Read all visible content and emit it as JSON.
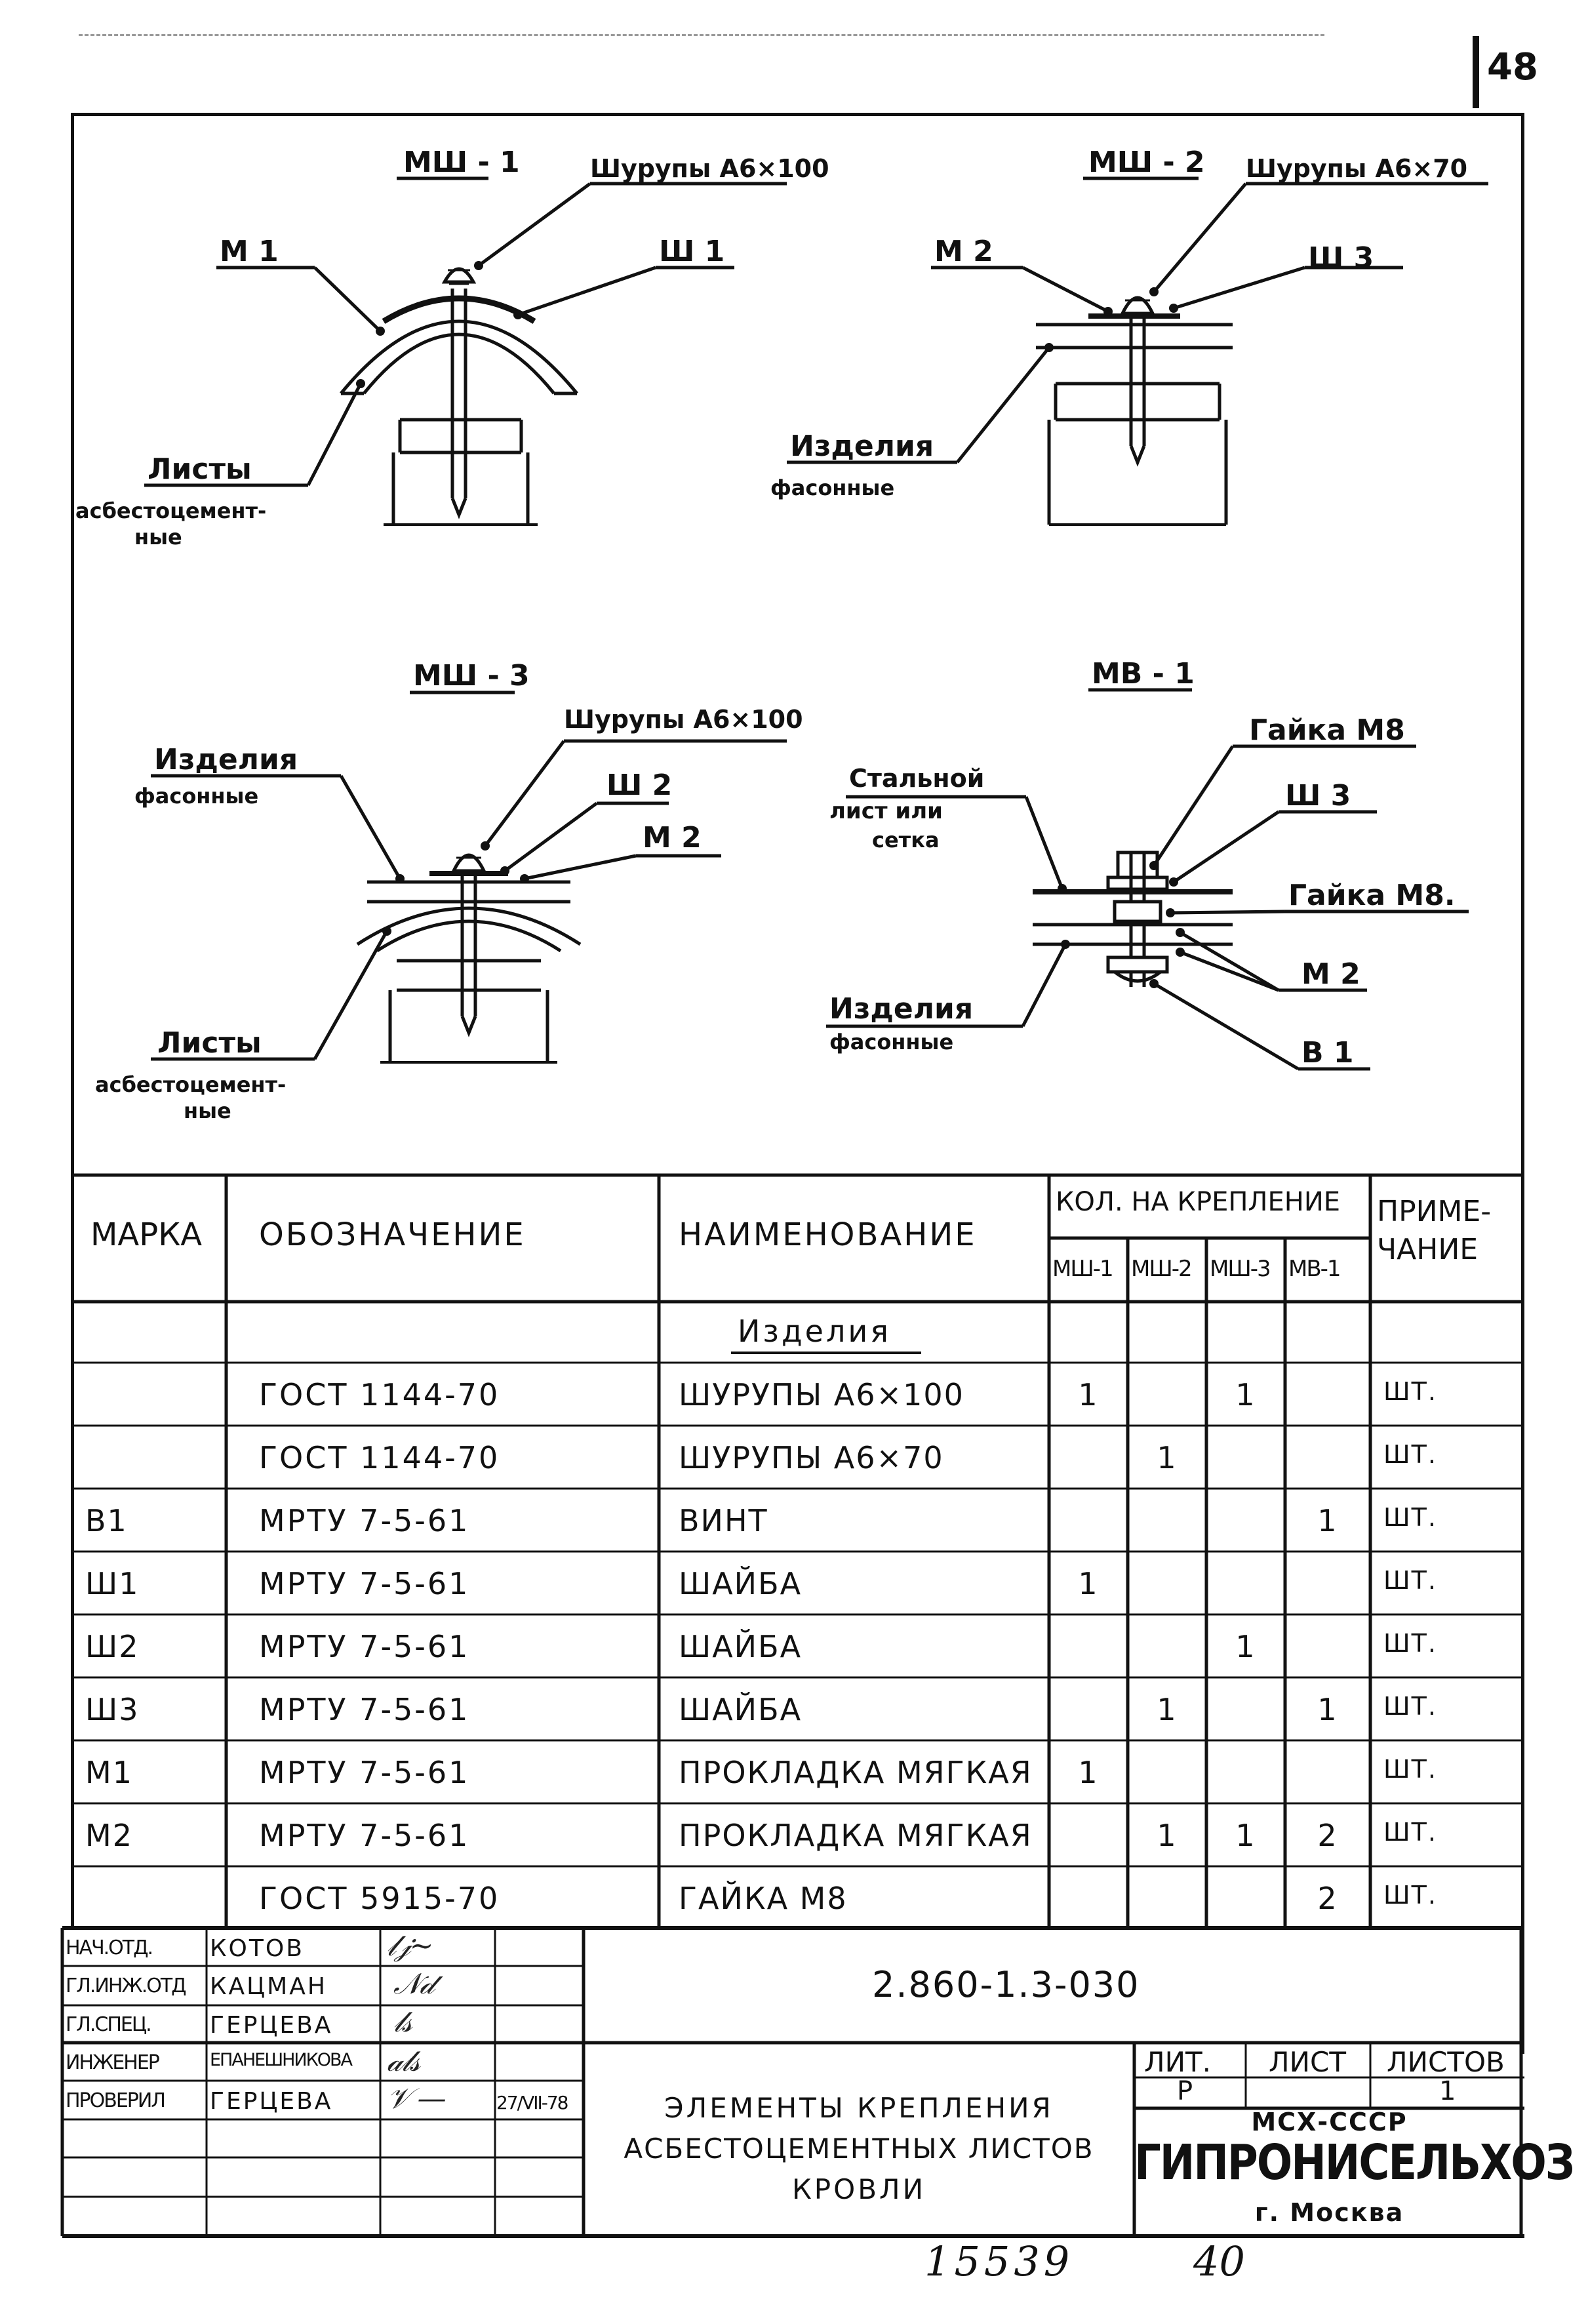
{
  "sheet_number": "48",
  "drawings": {
    "msh1": {
      "title": "МШ - 1",
      "screw": "Шурупы А6×100",
      "pad": "М 1",
      "washer": "Ш 1",
      "sheets_l1": "Листы",
      "sheets_l2": "асбестоцемент-",
      "sheets_l3": "ные"
    },
    "msh2": {
      "title": "МШ - 2",
      "screw": "Шурупы А6×70",
      "pad": "М 2",
      "washer": "Ш 3",
      "parts_l1": "Изделия",
      "parts_l2": "фасонные"
    },
    "msh3": {
      "title": "МШ - 3",
      "screw": "Шурупы А6×100",
      "parts_l1": "Изделия",
      "parts_l2": "фасонные",
      "washer": "Ш 2",
      "pad": "М 2",
      "sheets_l1": "Листы",
      "sheets_l2": "асбестоцемент-",
      "sheets_l3": "ные"
    },
    "mv1": {
      "title": "МВ - 1",
      "nut_top": "Гайка М8",
      "steel_l1": "Стальной",
      "steel_l2": "лист или",
      "steel_l3": "сетка",
      "washer": "Ш 3",
      "nut_mid": "Гайка М8.",
      "pad": "М 2",
      "parts_l1": "Изделия",
      "parts_l2": "фасонные",
      "bolt": "В 1"
    }
  },
  "spec_table": {
    "headers": {
      "mark": "Марка",
      "designation": "Обозначение",
      "name": "Наименование",
      "qty_group": "Кол. на крепление",
      "qty_cols": [
        "МШ-1",
        "МШ-2",
        "МШ-3",
        "МВ-1"
      ],
      "note_l1": "Приме-",
      "note_l2": "чание"
    },
    "section": "Изделия",
    "rows": [
      {
        "mark": "",
        "designation": "ГОСТ 1144-70",
        "name": "Шурупы А6×100",
        "q1": "1",
        "q2": "",
        "q3": "1",
        "q4": "",
        "note": "шт."
      },
      {
        "mark": "",
        "designation": "ГОСТ 1144-70",
        "name": "Шурупы А6×70",
        "q1": "",
        "q2": "1",
        "q3": "",
        "q4": "",
        "note": "шт."
      },
      {
        "mark": "В1",
        "designation": "МРТУ 7-5-61",
        "name": "Винт",
        "q1": "",
        "q2": "",
        "q3": "",
        "q4": "1",
        "note": "шт."
      },
      {
        "mark": "Ш1",
        "designation": "МРТУ 7-5-61",
        "name": "Шайба",
        "q1": "1",
        "q2": "",
        "q3": "",
        "q4": "",
        "note": "шт."
      },
      {
        "mark": "Ш2",
        "designation": "МРТУ 7-5-61",
        "name": "Шайба",
        "q1": "",
        "q2": "",
        "q3": "1",
        "q4": "",
        "note": "шт."
      },
      {
        "mark": "Ш3",
        "designation": "МРТУ 7-5-61",
        "name": "Шайба",
        "q1": "",
        "q2": "1",
        "q3": "",
        "q4": "1",
        "note": "шт."
      },
      {
        "mark": "М1",
        "designation": "МРТУ 7-5-61",
        "name": "Прокладка мягкая",
        "q1": "1",
        "q2": "",
        "q3": "",
        "q4": "",
        "note": "шт."
      },
      {
        "mark": "М2",
        "designation": "МРТУ 7-5-61",
        "name": "Прокладка мягкая",
        "q1": "",
        "q2": "1",
        "q3": "1",
        "q4": "2",
        "note": "шт."
      },
      {
        "mark": "",
        "designation": "ГОСТ 5915-70",
        "name": "Гайка М8",
        "q1": "",
        "q2": "",
        "q3": "",
        "q4": "2",
        "note": "шт."
      }
    ]
  },
  "title_block": {
    "roles": [
      {
        "role": "Нач.отд.",
        "name": "Котов"
      },
      {
        "role": "Гл.инж.отд",
        "name": "Кацман"
      },
      {
        "role": "Гл.спец.",
        "name": "Герцева"
      },
      {
        "role": "Инженер",
        "name": "Епанешникова"
      },
      {
        "role": "Проверил",
        "name": "Герцева"
      }
    ],
    "date": "27/VII-78",
    "code": "2.860-1.3-030",
    "title_l1": "Элементы крепления",
    "title_l2": "асбестоцементных листов",
    "title_l3": "кровли",
    "lit_label": "Лит.",
    "sheet_label": "Лист",
    "sheets_label": "Листов",
    "lit_value": "р",
    "sheet_value": "",
    "sheets_value": "1",
    "org_l1": "МСХ-СССР",
    "org_l2": "ГИПРОНИСЕЛЬХОЗ",
    "org_l3": "г. Москва"
  },
  "footer": {
    "number": "15539",
    "page": "40"
  }
}
